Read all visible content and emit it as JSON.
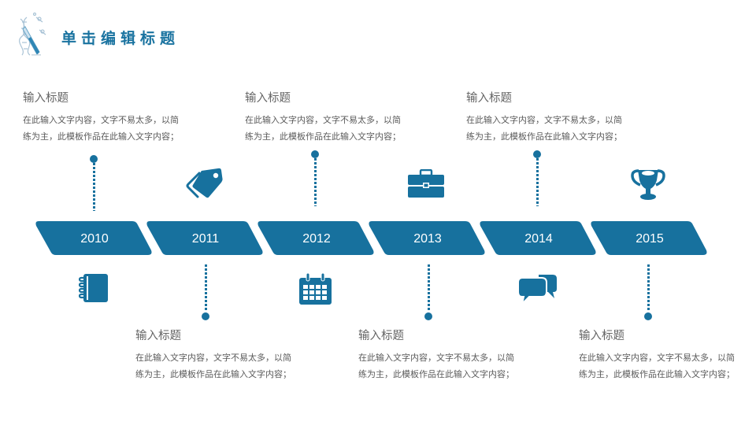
{
  "header": {
    "title": "单击编辑标题",
    "logo": "dna-test-tube-logo"
  },
  "colors": {
    "accent": "#17719e",
    "title": "#1a73a0",
    "text": "#5a5a5a",
    "heading": "#666666"
  },
  "timeline": {
    "segments": [
      {
        "year": "2010"
      },
      {
        "year": "2011"
      },
      {
        "year": "2012"
      },
      {
        "year": "2013"
      },
      {
        "year": "2014"
      },
      {
        "year": "2015"
      }
    ],
    "icons": [
      {
        "name": "notebook-icon",
        "year": "2010",
        "position": "below"
      },
      {
        "name": "tag-icon",
        "year": "2011",
        "position": "above"
      },
      {
        "name": "calendar-icon",
        "year": "2012",
        "position": "below"
      },
      {
        "name": "briefcase-icon",
        "year": "2013",
        "position": "above"
      },
      {
        "name": "chat-bubbles-icon",
        "year": "2014",
        "position": "below"
      },
      {
        "name": "trophy-icon",
        "year": "2015",
        "position": "above"
      }
    ]
  },
  "blocks": [
    {
      "title": "输入标题",
      "line1": "在此输入文字内容，文字不易太多，以简",
      "line2": "练为主，此模板作品在此输入文字内容；"
    },
    {
      "title": "输入标题",
      "line1": "在此输入文字内容，文字不易太多，以简",
      "line2": "练为主，此模板作品在此输入文字内容；"
    },
    {
      "title": "输入标题",
      "line1": "在此输入文字内容，文字不易太多，以简",
      "line2": "练为主，此模板作品在此输入文字内容；"
    },
    {
      "title": "输入标题",
      "line1": "在此输入文字内容，文字不易太多，以简",
      "line2": "练为主，此模板作品在此输入文字内容；"
    },
    {
      "title": "输入标题",
      "line1": "在此输入文字内容，文字不易太多，以简",
      "line2": "练为主，此模板作品在此输入文字内容；"
    },
    {
      "title": "输入标题",
      "line1": "在此输入文字内容，文字不易太多，以简",
      "line2": "练为主，此模板作品在此输入文字内容；"
    }
  ]
}
